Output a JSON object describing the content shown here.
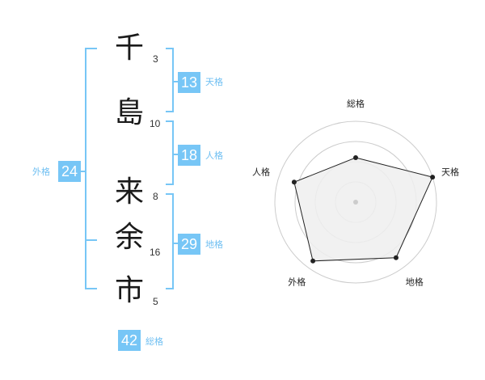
{
  "name_chars": [
    {
      "char": "千",
      "strokes": "3"
    },
    {
      "char": "島",
      "strokes": "10"
    },
    {
      "char": "来",
      "strokes": "8"
    },
    {
      "char": "余",
      "strokes": "16"
    },
    {
      "char": "市",
      "strokes": "5"
    }
  ],
  "grids": {
    "tenkaku": {
      "value": "13",
      "label": "天格"
    },
    "jinkaku": {
      "value": "18",
      "label": "人格"
    },
    "chikaku": {
      "value": "29",
      "label": "地格"
    },
    "gaikaku": {
      "value": "24",
      "label": "外格"
    },
    "soukaku": {
      "value": "42",
      "label": "総格"
    }
  },
  "radar": {
    "axes": [
      "総格",
      "天格",
      "地格",
      "外格",
      "人格"
    ],
    "values": [
      0.55,
      1.0,
      0.85,
      0.9,
      0.8
    ],
    "max": 1.0,
    "ring_count": 4,
    "line_color": "#222222",
    "fill_color": "#eeeeee",
    "ring_color": "#cccccc",
    "bracket_color": "#77c6f6"
  }
}
